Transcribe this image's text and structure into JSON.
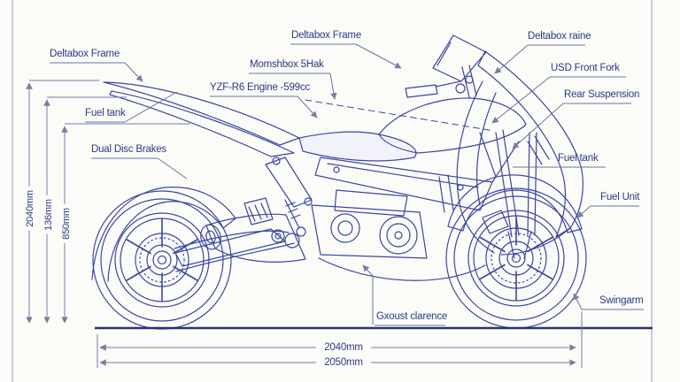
{
  "labels": {
    "deltabox_frame_left": "Deltabox Frame",
    "fuel_tank_left": "Fuel tank",
    "dual_disc_brakes": "Dual Disc Brakes",
    "deltabox_frame_top": "Deltabox Frame",
    "monoshock_stack": "Momshbox 5Hak",
    "engine": "YZF-R6 Engine -599cc",
    "deltabox_frame_right": "Deltabox raine",
    "usd_front_fork": "USD Front Fork",
    "rear_suspension": "Rear Suspension",
    "fuel_tank_right": "Fuel tank",
    "fuel_unit": "Fuel Unit",
    "swingarm": "Swingarm",
    "ground_clearance": "Gxoust clarence"
  },
  "dimensions": {
    "left_outer": "2040mm",
    "left_middle": "136mm",
    "left_inner": "850mm",
    "bottom_upper": "2040mm",
    "bottom_lower": "2050mm"
  },
  "colors": {
    "bike_line": "#3b47a1",
    "dimension_line": "#767ea3",
    "label_text": "#2c3a85",
    "ground_line": "#2b3273",
    "border": "#c9cdd7",
    "background": "#fbfbf8"
  }
}
